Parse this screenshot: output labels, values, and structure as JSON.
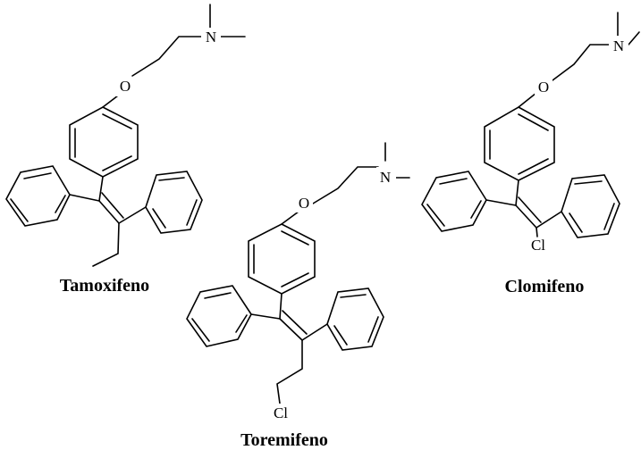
{
  "ink_color": "#000000",
  "background_color": "#ffffff",
  "molecules": {
    "tamoxifen": {
      "name": "Tamoxifeno",
      "atoms": {
        "nitrogen": "N",
        "oxygen": "O"
      }
    },
    "toremifene": {
      "name": "Toremifeno",
      "atoms": {
        "nitrogen": "N",
        "oxygen": "O",
        "chlorine": "Cl"
      }
    },
    "clomifene": {
      "name": "Clomifeno",
      "atoms": {
        "nitrogen": "N",
        "oxygen": "O",
        "chlorine": "Cl"
      }
    }
  }
}
